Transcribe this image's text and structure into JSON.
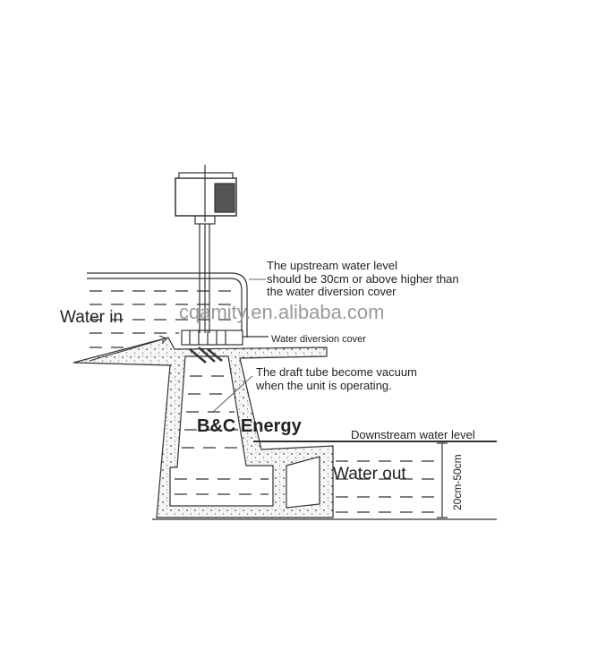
{
  "labels": {
    "water_in": "Water in",
    "upstream_note": [
      "The upstream water level",
      "should be 30cm or above higher than",
      "the water diversion cover"
    ],
    "diversion_cover": "Water diversion cover",
    "draft_tube_note": [
      "The draft tube become vacuum",
      "when the unit is operating."
    ],
    "downstream_level": "Downstream water level",
    "water_out": "Water out",
    "height_range": "20cm-50cm"
  },
  "logo": "B&C Energy",
  "watermark": "cqamity.en.alibaba.com",
  "colors": {
    "line": "#333333",
    "concrete": "#f4f4f4",
    "watermark": "#9a9a9a"
  }
}
